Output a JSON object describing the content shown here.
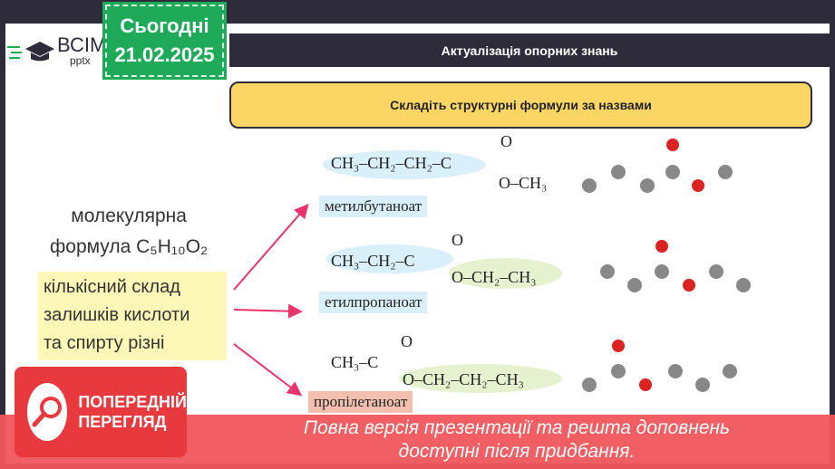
{
  "logo": {
    "text": "ВСІМ",
    "sub": "pptx"
  },
  "date": {
    "label": "Сьогодні",
    "value": "21.02.2025"
  },
  "header": {
    "title": "Актуалізація опорних знань"
  },
  "task": {
    "text": "Складіть структурні формули за назвами"
  },
  "left": {
    "line1": "молекулярна",
    "line2": "формула C₅H₁₀O₂",
    "box": [
      "кількісний склад",
      "залишків кислоти",
      "та спирту різні"
    ]
  },
  "esters": [
    {
      "left": "CH₃–CH₂–CH₂–C",
      "o": "O",
      "right": "O–CH₃",
      "name": "метилбутаноат"
    },
    {
      "left": "CH₃–CH₂–C",
      "o": "O",
      "right": "O–CH₂–CH₃",
      "name": "етилпропаноат"
    },
    {
      "left": "CH₃–C",
      "o": "O",
      "right": "O–CH₂–CH₂–CH₃",
      "name": "пропілетаноат"
    }
  ],
  "preview": {
    "line1": "ПОПЕРЕДНІЙ",
    "line2": "ПЕРЕГЛЯД",
    "icon": "magnifier-icon"
  },
  "banner": {
    "line1": "Повна версія презентації та решта доповнень",
    "line2": "доступні після придбання."
  },
  "colors": {
    "accent_green": "#1faa5a",
    "dark": "#2e2c3a",
    "yellow": "#fcd665",
    "red": "#f0555b",
    "arrow": "#e8336b"
  }
}
